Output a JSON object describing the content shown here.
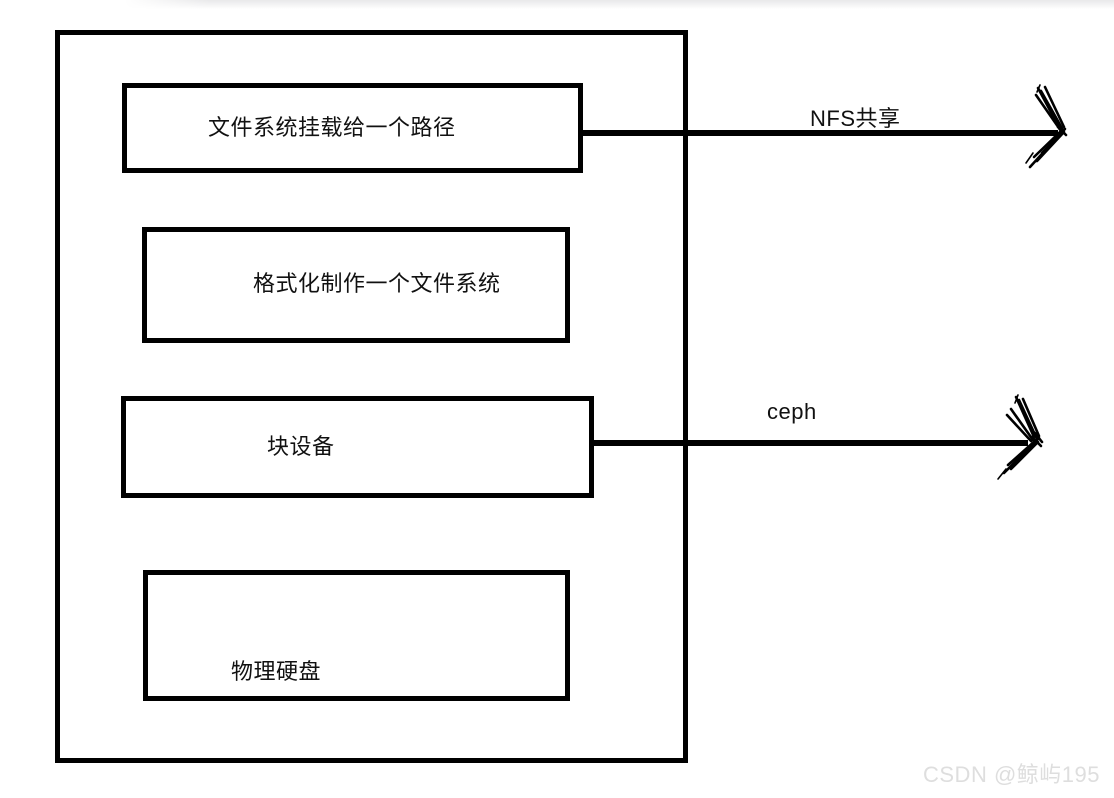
{
  "diagram": {
    "title": "storage-stack-diagram",
    "background_color": "#ffffff",
    "stroke_color": "#000000",
    "text_color": "#111111",
    "outer_container": {
      "name": "storage-node-container",
      "label": ""
    },
    "layers": [
      {
        "id": "filesystem-mount",
        "label": "文件系统挂载给一个路径",
        "order": 1
      },
      {
        "id": "format-filesystem",
        "label": "格式化制作一个文件系统",
        "order": 2
      },
      {
        "id": "block-device",
        "label": "块设备",
        "order": 3
      },
      {
        "id": "physical-disk",
        "label": "物理硬盘",
        "order": 4
      }
    ],
    "connectors": [
      {
        "id": "nfs-share",
        "label": "NFS共享",
        "from": "filesystem-mount",
        "direction": "right",
        "arrowhead": "hand-drawn"
      },
      {
        "id": "ceph",
        "label": "ceph",
        "from": "block-device",
        "direction": "right",
        "arrowhead": "hand-drawn"
      }
    ]
  },
  "watermark": {
    "text": "CSDN @鲸屿195",
    "color": "#dedede"
  }
}
